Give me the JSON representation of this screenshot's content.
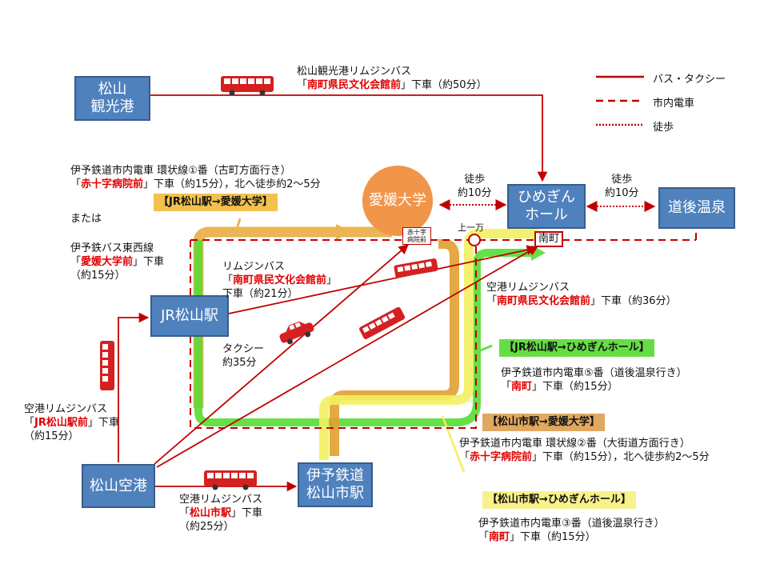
{
  "legend": {
    "bus_taxi": "バス・タクシー",
    "tram": "市内電車",
    "walk": "徒歩"
  },
  "nodes": {
    "matsuyama_port": "松山\n観光港",
    "jr_matsuyama": "JR松山駅",
    "airport": "松山空港",
    "iyo_matsuyama": "伊予鉄道\n松山市駅",
    "himegin_hall": "ひめぎん\nホール",
    "dogo_onsen": "道後温泉",
    "ehime_univ": "愛媛大学"
  },
  "stops": {
    "minamimachi": "南町",
    "sekijuji_line1": "赤十字",
    "sekijuji_line2": "病院前",
    "kamiichiman": "上一万"
  },
  "routes": {
    "port_bus": {
      "line1": "松山観光港リムジンバス",
      "open": "「",
      "stop": "南町県民文化会館前",
      "rest": "」下車（約50分）"
    },
    "walk_left": {
      "line1": "徒歩",
      "line2": "約10分"
    },
    "walk_right": {
      "line1": "徒歩",
      "line2": "約10分"
    },
    "jr_tram_univ": {
      "line1": "伊予鉄道市内電車 環状線①番（古町方面行き）",
      "open": "「",
      "stop": "赤十字病院前",
      "rest": "」下車（約15分），北へ徒歩約2～5分"
    },
    "or": "または",
    "jr_bus_univ": {
      "line1": "伊予鉄バス東西線",
      "open": "「",
      "stop": "愛媛大学前",
      "rest": "」下車",
      "line3": "（約15分）"
    },
    "jr_limousine": {
      "line1": "リムジンバス",
      "open": "「",
      "stop": "南町県民文化会館前",
      "rest": "」",
      "line3": "下車（約21分）"
    },
    "taxi": {
      "line1": "タクシー",
      "line2": "約35分"
    },
    "airport_to_jr": {
      "line1": "空港リムジンバス",
      "open": "「",
      "stop": "JR松山駅前",
      "rest": "」下車",
      "line3": "（約15分）"
    },
    "airport_to_iyo": {
      "line1": "空港リムジンバス",
      "open": "「",
      "stop": "松山市駅",
      "rest": "」下車",
      "line3": "（約25分）"
    },
    "airport_to_hall": {
      "line1": "空港リムジンバス",
      "open": "「",
      "stop": "南町県民文化会館前",
      "rest": "」下車（約36分）"
    },
    "jr_tram_hall": {
      "line1": "伊予鉄道市内電車⑤番（道後温泉行き）",
      "open": "「",
      "stop": "南町",
      "rest": "」下車（約15分）"
    },
    "iyo_tram_univ": {
      "line1": "伊予鉄道市内電車 環状線②番（大街道方面行き）",
      "open": "「",
      "stop": "赤十字病院前",
      "rest": "」下車（約15分），北へ徒歩約2～5分"
    },
    "iyo_tram_hall": {
      "line1": "伊予鉄道市内電車③番（道後温泉行き）",
      "open": "「",
      "stop": "南町",
      "rest": "」下車（約15分）"
    }
  },
  "tags": {
    "jr_to_univ": "【JR松山駅→愛媛大学】",
    "jr_to_hall": "【JR松山駅→ひめぎんホール】",
    "iyo_to_univ": "【松山市駅→愛媛大学】",
    "iyo_to_hall": "【松山市駅→ひめぎんホール】"
  },
  "colors": {
    "node_blue": "#4f81bd",
    "route_red": "#c00000",
    "univ_orange": "#f0954a",
    "tram_orange": "#e8a838",
    "tram_green": "#55dd33",
    "tram_yellow": "#f4f060"
  }
}
